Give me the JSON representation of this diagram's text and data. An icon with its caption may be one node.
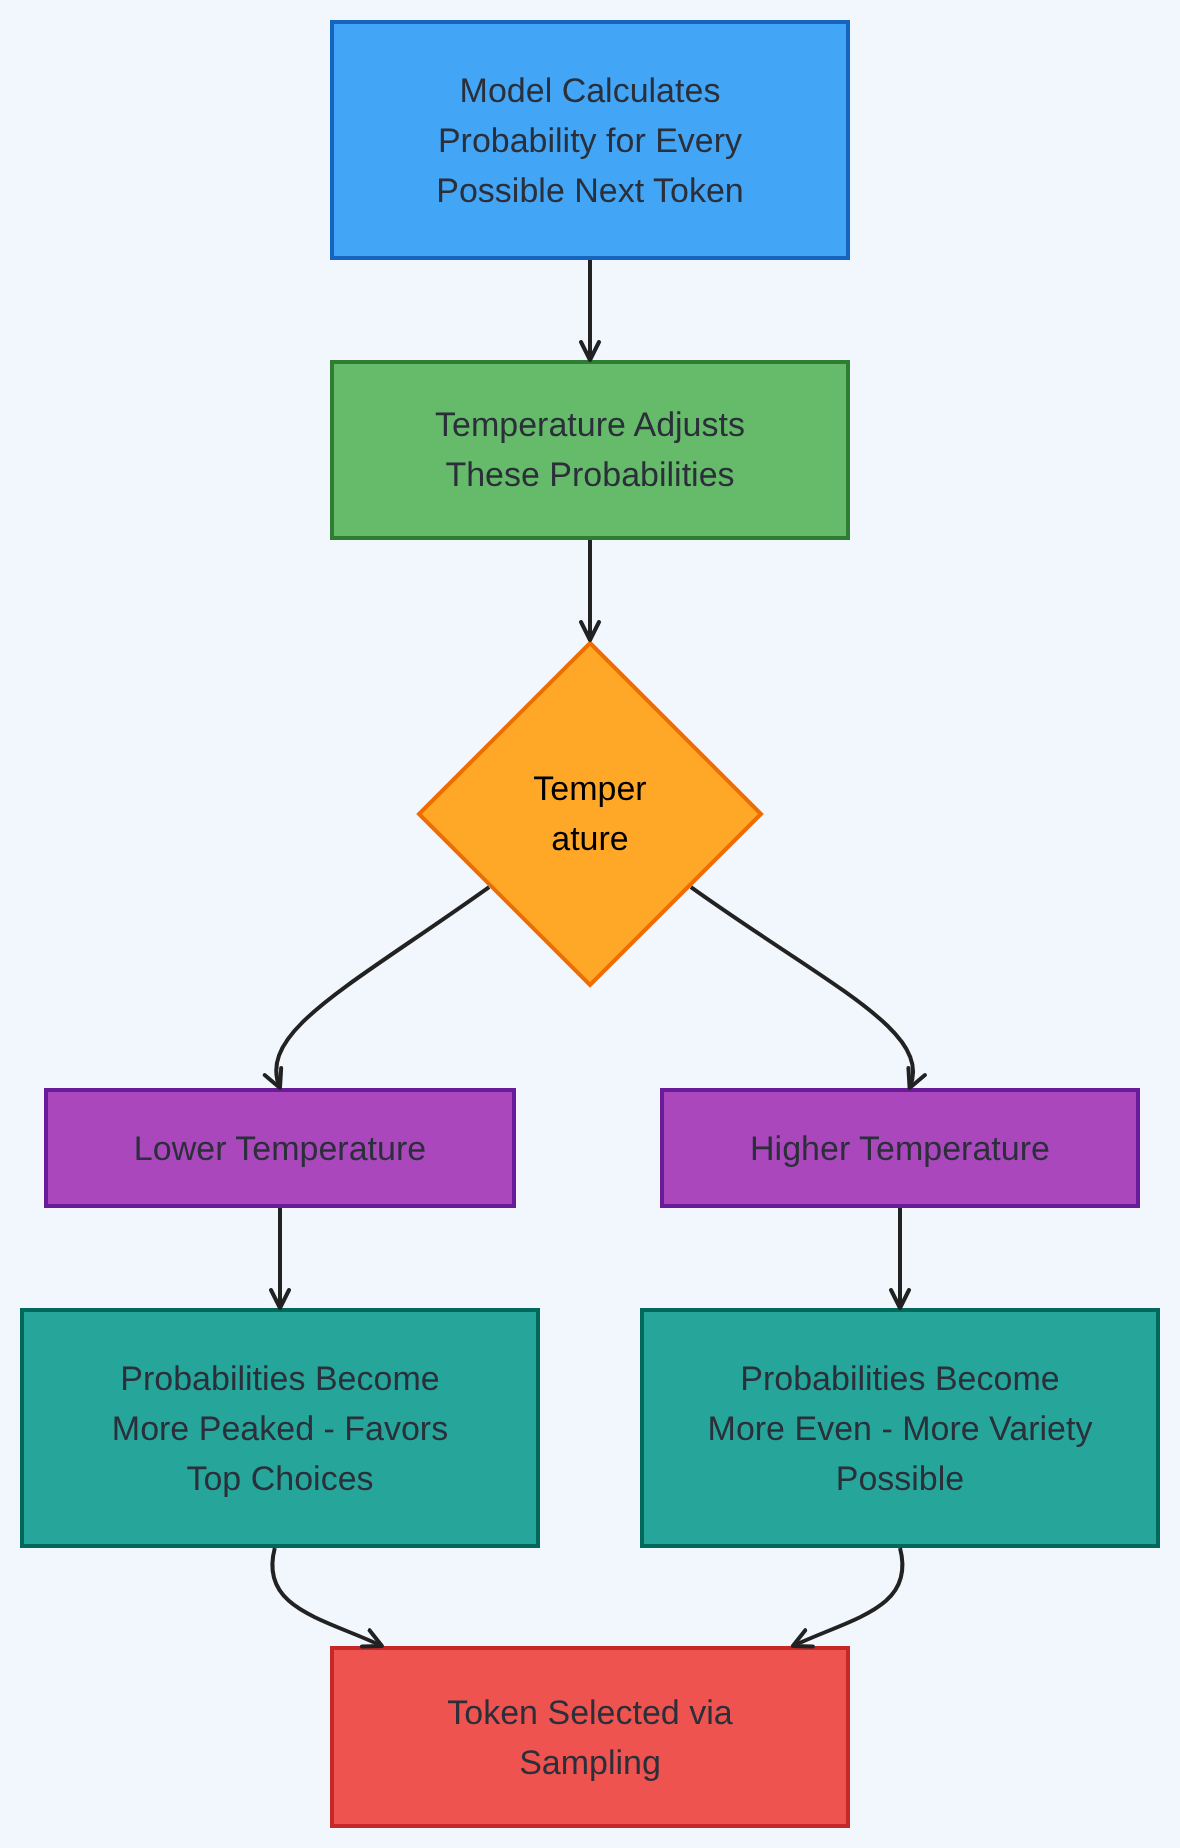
{
  "diagram": {
    "nodes": [
      {
        "text": [
          "Model Calculates Probability for Every Possible Next Token"
        ]
      },
      {
        "text": [
          "Temperature Adjusts These Probabilities"
        ]
      },
      {
        "text": [
          "Temperature"
        ]
      },
      {
        "text": [
          "Lower Temperature"
        ]
      },
      {
        "text": [
          "Higher Temperature"
        ]
      },
      {
        "text": [
          "Probabilities Become More Peaked - Favors Top Choices"
        ]
      },
      {
        "text": [
          "Probabilities Become More Even - More Variety Possible"
        ]
      },
      {
        "text": [
          "Token Selected via Sampling"
        ]
      }
    ],
    "edges": [
      {
        "from": 0,
        "to": 1,
        "arrow": "to"
      },
      {
        "from": 1,
        "to": 2,
        "arrow": "to"
      },
      {
        "from": 2,
        "to": 3,
        "arrow": "to"
      },
      {
        "from": 2,
        "to": 4,
        "arrow": "to"
      },
      {
        "from": 3,
        "to": 5,
        "arrow": "to"
      },
      {
        "from": 4,
        "to": 6,
        "arrow": "to"
      },
      {
        "from": 5,
        "to": 7,
        "arrow": "to"
      },
      {
        "from": 6,
        "to": 7,
        "arrow": "to"
      }
    ]
  }
}
